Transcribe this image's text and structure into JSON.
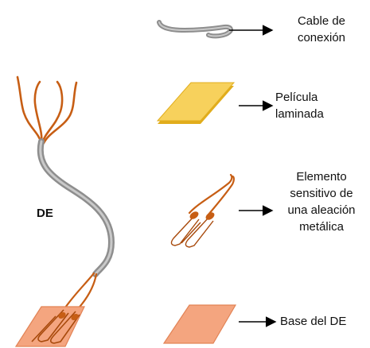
{
  "device_label": "DE",
  "components": [
    {
      "line1": "Cable de",
      "line2": "conexión"
    },
    {
      "line1": "Película",
      "line2": "laminada"
    },
    {
      "line1": "Elemento",
      "line2": "sensitivo de",
      "line3": "una aleación",
      "line4": "metálica"
    },
    {
      "line1": "Base del DE"
    }
  ],
  "colors": {
    "cable": "#9a9a9a",
    "wire": "#c75e14",
    "film_fill": "#f7d15c",
    "film_edge": "#e1ad1c",
    "base_fill": "#f4a57f",
    "base_edge": "#e28355",
    "arrow": "#000000"
  }
}
